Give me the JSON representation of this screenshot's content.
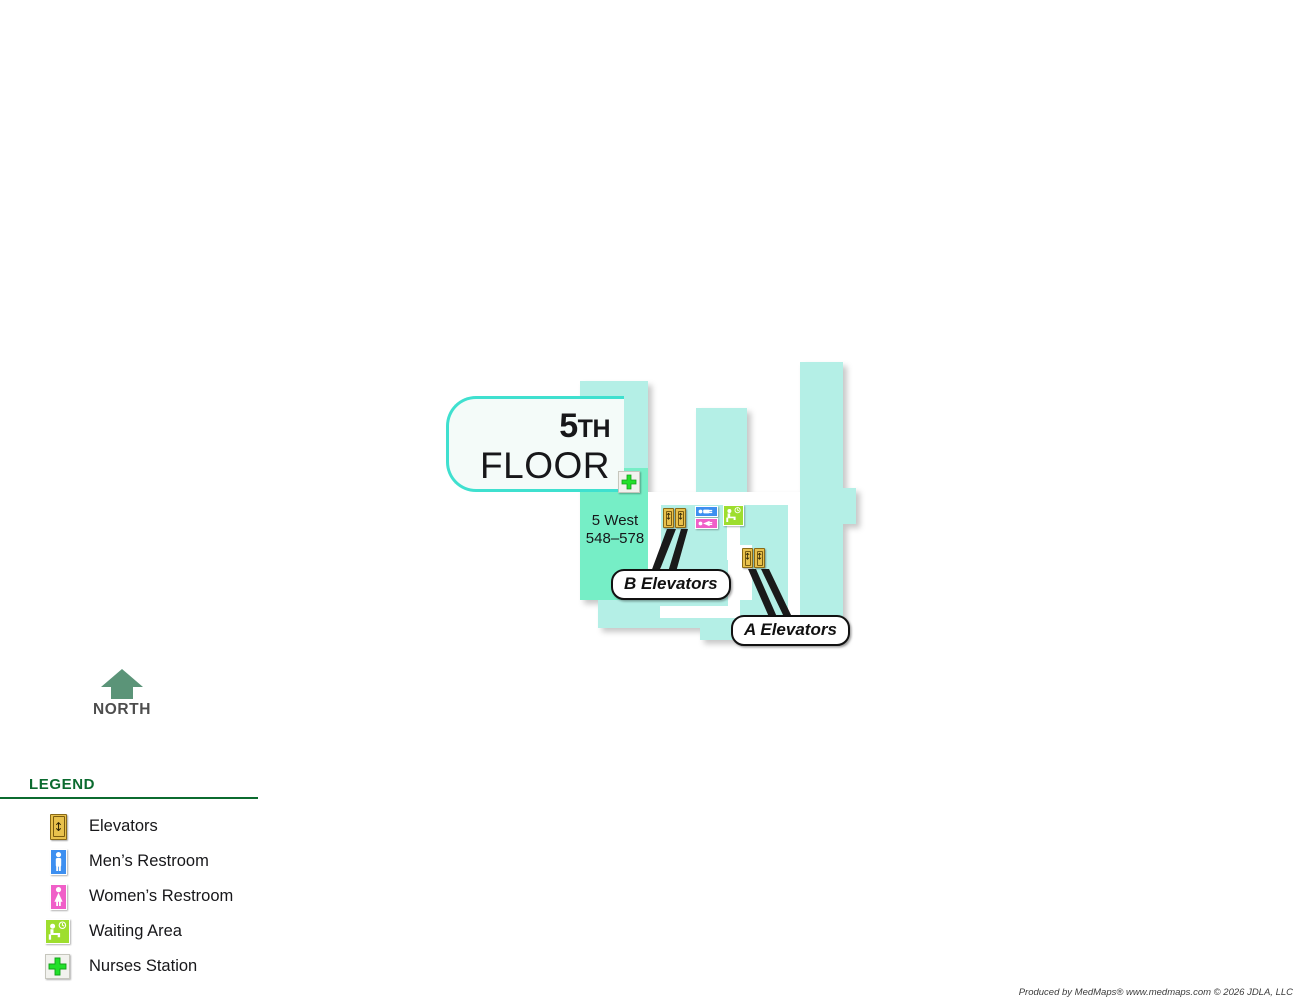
{
  "floor_badge": {
    "number": "5",
    "ordinal": "TH",
    "word": "FLOOR"
  },
  "map": {
    "room_labels": [
      {
        "name": "5-west-wing",
        "line1": "5 West",
        "line2": "548–578"
      }
    ],
    "callouts": [
      {
        "name": "b-elevators",
        "label": "B Elevators"
      },
      {
        "name": "a-elevators",
        "label": "A Elevators"
      }
    ],
    "icons": [
      {
        "name": "nurses-station-icon",
        "type": "nurses-station"
      },
      {
        "name": "elevator-b-icon-left",
        "type": "elevators"
      },
      {
        "name": "elevator-b-icon-right",
        "type": "elevators"
      },
      {
        "name": "mens-restroom-icon",
        "type": "mens-restroom"
      },
      {
        "name": "womens-restroom-icon",
        "type": "womens-restroom"
      },
      {
        "name": "waiting-area-icon",
        "type": "waiting-area"
      },
      {
        "name": "elevator-a-icon-left",
        "type": "elevators"
      },
      {
        "name": "elevator-a-icon-right",
        "type": "elevators"
      }
    ],
    "colors": {
      "wing_fill": "#76eec6",
      "floor_fill": "#b4efe6",
      "corridor_fill": "#ffffff",
      "badge_border": "#3fe0cf"
    }
  },
  "north": {
    "label": "NORTH",
    "arrow_color": "#5b9478",
    "label_color": "#4d4d4d"
  },
  "legend": {
    "title": "LEGEND",
    "accent_color": "#0b6b2f",
    "items": [
      {
        "key": "elevators",
        "label": "Elevators"
      },
      {
        "key": "mens-restroom",
        "label": "Men’s Restroom"
      },
      {
        "key": "womens-restroom",
        "label": "Women’s Restroom"
      },
      {
        "key": "waiting-area",
        "label": "Waiting Area"
      },
      {
        "key": "nurses-station",
        "label": "Nurses Station"
      }
    ]
  },
  "footer": {
    "credit": "Produced by MedMaps®  www.medmaps.com  © 2026 JDLA, LLC"
  }
}
